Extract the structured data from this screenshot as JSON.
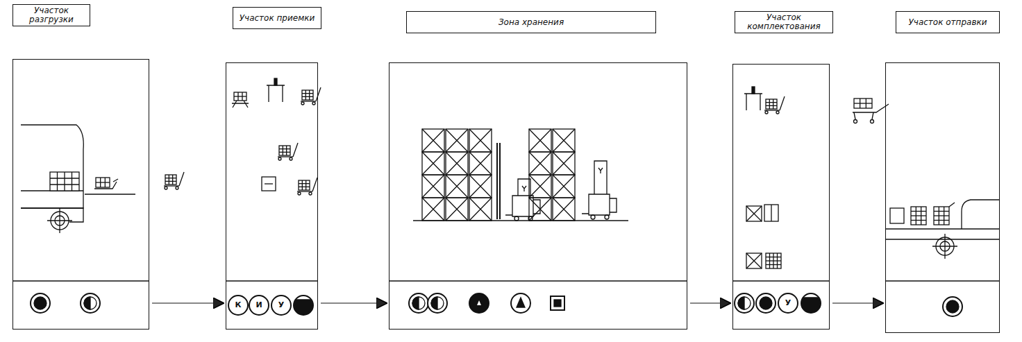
{
  "diagram": {
    "nodes": [
      {
        "text": [
          "Участок разгрузки"
        ]
      },
      {
        "text": [
          "Участок приемки"
        ]
      },
      {
        "text": [
          "Зона хранения"
        ]
      },
      {
        "text": [
          "Участок комплектования"
        ]
      },
      {
        "text": [
          "Участок отправки"
        ]
      }
    ],
    "edges": [
      {
        "from": 0,
        "to": 1,
        "arrow": "to"
      },
      {
        "from": 1,
        "to": 2,
        "arrow": "to"
      },
      {
        "from": 2,
        "to": 3,
        "arrow": "to"
      },
      {
        "from": 3,
        "to": 4,
        "arrow": "to"
      }
    ],
    "labels": [
      "К",
      "И",
      "У",
      "У"
    ]
  }
}
